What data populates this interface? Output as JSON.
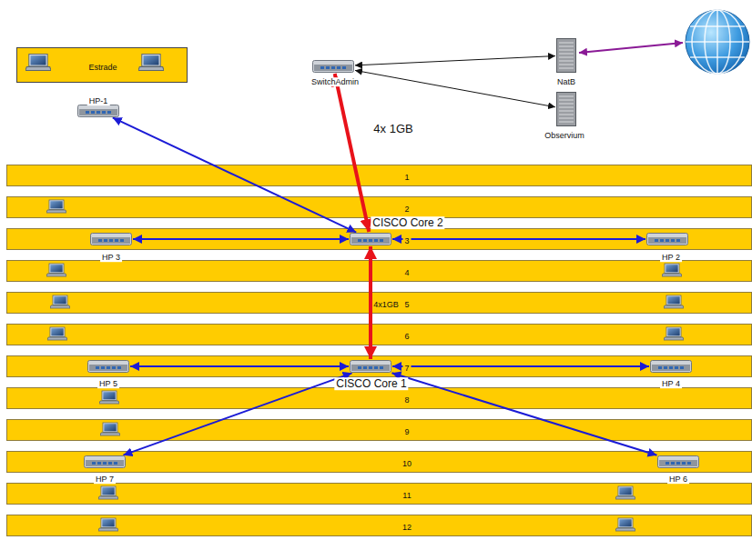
{
  "diagram": {
    "nodes": [
      {
        "text": [
          "Estrade"
        ]
      },
      {
        "text": [
          "SwitchAdmin"
        ]
      },
      {
        "text": [
          "NatB"
        ]
      },
      {
        "text": [
          "Observium"
        ]
      },
      {
        "text": [
          "HP-1"
        ]
      },
      {
        "text": [
          "1"
        ]
      },
      {
        "text": [
          "2"
        ]
      },
      {
        "text": [
          "3"
        ]
      },
      {
        "text": [
          "CISCO Core 2"
        ],
        "in": 7
      },
      {
        "text": [
          "HP 3"
        ],
        "in": 7
      },
      {
        "text": [
          "HP 2"
        ],
        "in": 7
      },
      {
        "text": [
          "4"
        ]
      },
      {
        "text": [
          "5"
        ]
      },
      {
        "text": [
          "6"
        ]
      },
      {
        "text": [
          "7"
        ]
      },
      {
        "text": [
          "HP 5"
        ],
        "in": 14
      },
      {
        "text": [
          "CISCO Core 1"
        ],
        "in": 14
      },
      {
        "text": [
          "HP 4"
        ],
        "in": 14
      },
      {
        "text": [
          "8"
        ]
      },
      {
        "text": [
          "9"
        ]
      },
      {
        "text": [
          "10"
        ]
      },
      {
        "text": [
          "HP 7"
        ],
        "in": 20
      },
      {
        "text": [
          "HP 6"
        ],
        "in": 20
      },
      {
        "text": [
          "11"
        ]
      },
      {
        "text": [
          "12"
        ]
      }
    ],
    "edges": [
      {
        "from": 4,
        "to": 8,
        "arrow": "both"
      },
      {
        "from": 1,
        "to": 8,
        "label": "4x 1GB",
        "arrow": "both"
      },
      {
        "from": 8,
        "to": 9,
        "arrow": "both"
      },
      {
        "from": 8,
        "to": 10,
        "arrow": "both"
      },
      {
        "from": 8,
        "to": 16,
        "label": "4x1GB",
        "arrow": "both"
      },
      {
        "from": 16,
        "to": 15,
        "arrow": "both"
      },
      {
        "from": 16,
        "to": 17,
        "arrow": "both"
      },
      {
        "from": 16,
        "to": 21,
        "arrow": "both"
      },
      {
        "from": 16,
        "to": 22,
        "arrow": "both"
      },
      {
        "from": 1,
        "to": 2,
        "arrow": "both"
      },
      {
        "from": 1,
        "to": 3,
        "arrow": "both"
      }
    ]
  }
}
